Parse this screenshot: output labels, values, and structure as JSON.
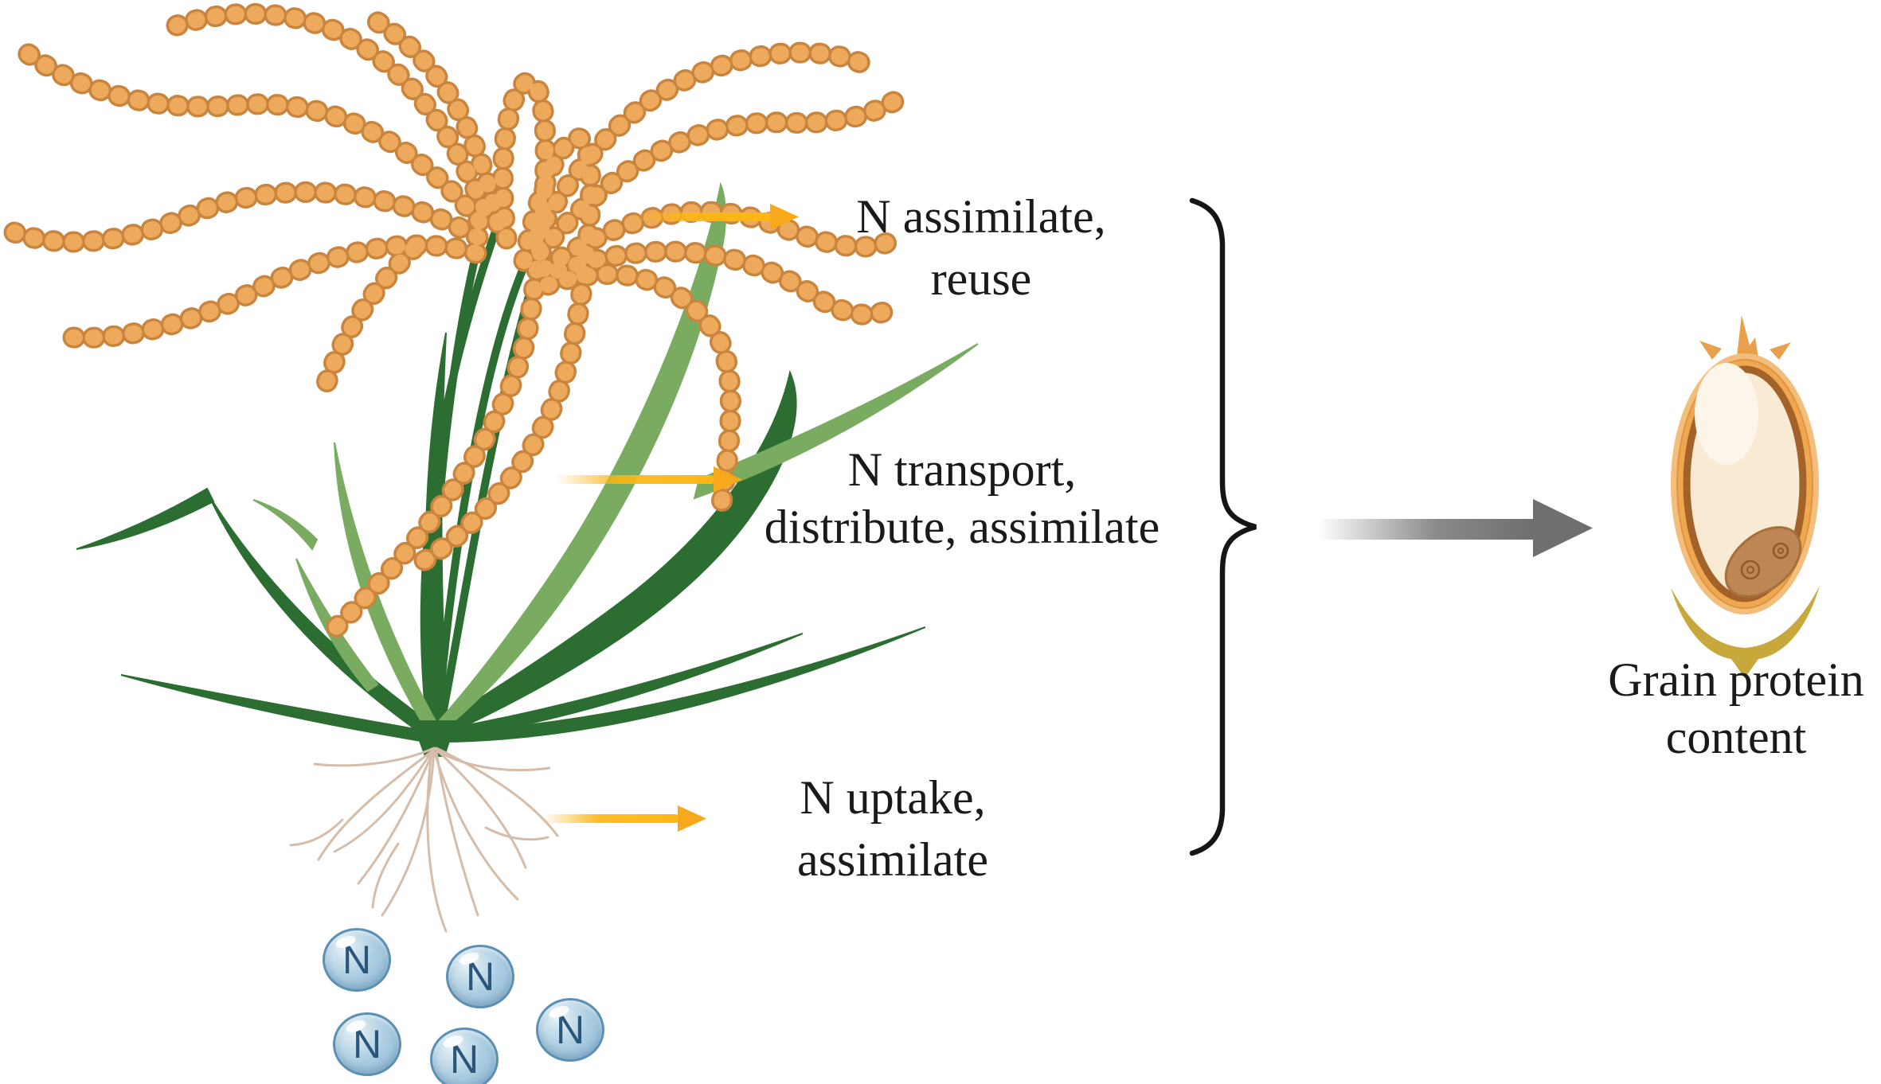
{
  "figure": {
    "type": "nitrogen-to-grain-protein-pathway-diagram",
    "process_labels": {
      "top": {
        "line1": "N assimilate,",
        "line2": "reuse"
      },
      "middle": {
        "line1": "N transport,",
        "line2": "distribute, assimilate"
      },
      "bottom": {
        "line1": "N uptake,",
        "line2": "assimilate"
      }
    },
    "result_label": {
      "line1": "Grain protein",
      "line2": "content"
    },
    "molecule_symbol": "N",
    "molecule_count": 5,
    "illustrations": {
      "plant": "rice-plant-with-panicles-leaves-roots",
      "seed": "rice-grain-longitudinal-section",
      "molecules": "nitrogen-molecules-in-soil",
      "brace": "right-curly-brace",
      "flow_arrow": "gray-gradient-arrow",
      "process_arrows": "yellow-gradient-arrows"
    },
    "colors": {
      "panicle": "#EDAA5C",
      "panicle_outline": "#C9853E",
      "leaf_dark": "#2C6E32",
      "leaf_light": "#79AB60",
      "root": "#D6BDA9",
      "arrow_yellow": "#FDB614",
      "arrow_yellow_head": "#F8A81B",
      "arrow_gray": "#6F6F6F",
      "brace": "#151515",
      "molecule_fill": "#AECFE2",
      "molecule_border": "#5B8FB4",
      "molecule_letter": "#2A567C",
      "grain_husk": "#EFA84F",
      "grain_bran": "#A4622B",
      "grain_endosperm": "#F8EAD3",
      "grain_embryo": "#BE8654",
      "grain_glume": "#C6A83B",
      "text": "#1A1A1A",
      "background": "#FFFFFF"
    }
  }
}
